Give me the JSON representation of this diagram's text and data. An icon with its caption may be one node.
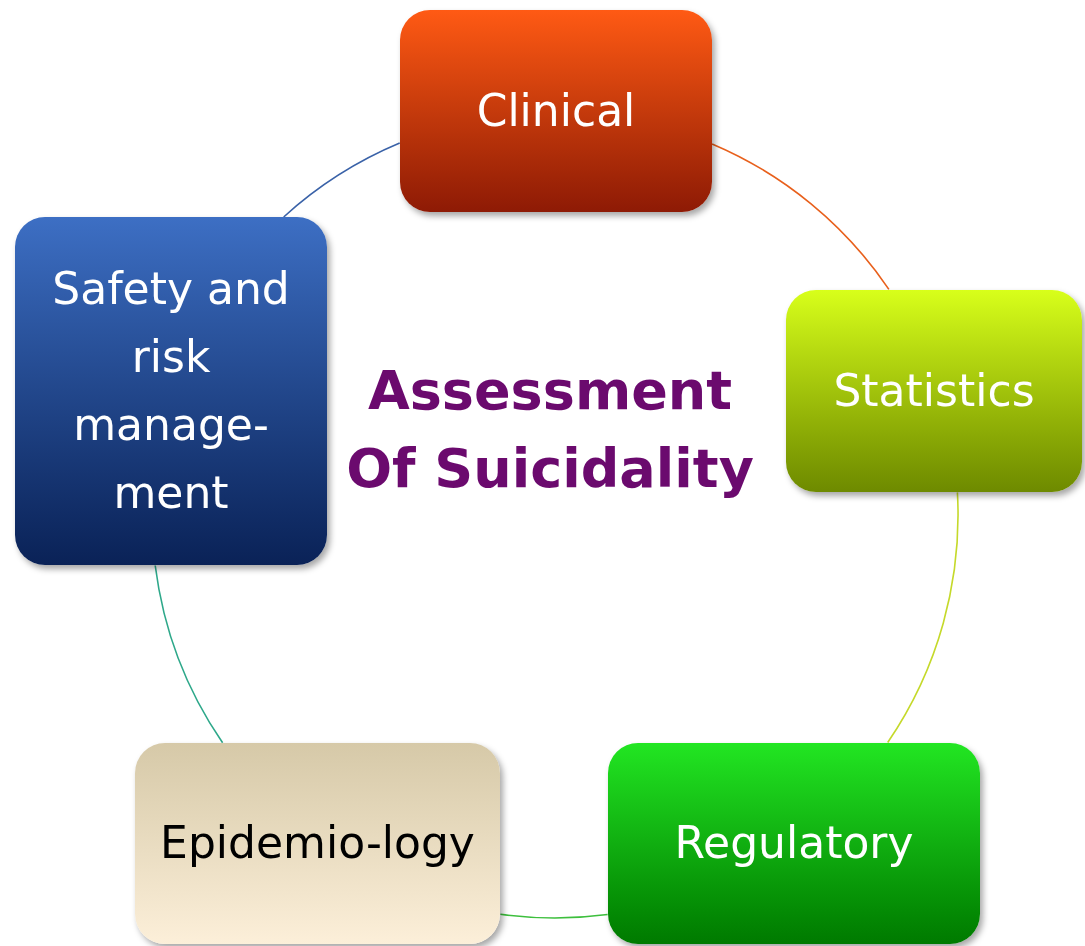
{
  "diagram": {
    "nodes": [
      {
        "text": [
          "Clinical"
        ]
      },
      {
        "text": [
          "Statistics"
        ]
      },
      {
        "text": [
          "Regulatory"
        ]
      },
      {
        "text": [
          "Epidemio-logy"
        ]
      },
      {
        "text": [
          "Safety and risk manage-ment"
        ]
      }
    ],
    "edges": [
      {
        "from": 0,
        "to": 1,
        "arrow": "none",
        "color": "#e8601c"
      },
      {
        "from": 1,
        "to": 2,
        "arrow": "none",
        "color": "#c5d92a"
      },
      {
        "from": 2,
        "to": 3,
        "arrow": "none",
        "color": "#3dbf3d"
      },
      {
        "from": 3,
        "to": 4,
        "arrow": "none",
        "color": "#2ea88a"
      },
      {
        "from": 4,
        "to": 0,
        "arrow": "none",
        "color": "#3a62a8"
      }
    ],
    "labels": [
      "Assessment Of Suicidality"
    ]
  }
}
